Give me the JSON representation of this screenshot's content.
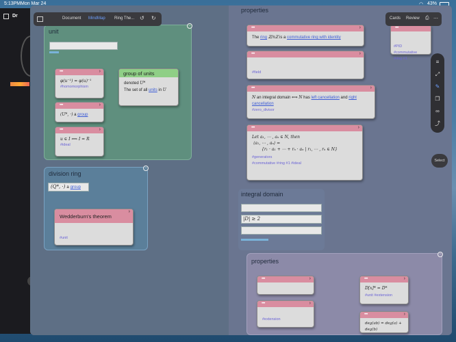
{
  "status": {
    "time": "5:13PM",
    "date": "Mon Mar 24",
    "battery": "43%"
  },
  "leftapp": {
    "title": "Dr"
  },
  "toolbar": {
    "tab_document": "Document",
    "tab_mindmap": "MindMap",
    "tab_current": "Ring The..."
  },
  "rtoolbar": {
    "cards": "Cards",
    "review": "Review"
  },
  "select_label": "Select",
  "unit_panel": {
    "title": "unit",
    "cards": {
      "homo": {
        "formula": "φ(u⁻¹) = φ(u)⁻¹",
        "tag": "#homomorphism"
      },
      "group": {
        "formula": "(U*, ·)",
        "text": "a",
        "link": "group"
      },
      "ideal": {
        "formula": "u ∈ I  ⟺  I = R",
        "tag": "#ideal"
      },
      "units": {
        "header": "group of units",
        "line1": "denoted",
        "line1_math": "U*",
        "line2": "The set of all",
        "line2_link": "units",
        "line2_end": "in",
        "line2_math": "U"
      }
    }
  },
  "division_panel": {
    "title": "division ring",
    "formula": "(Q*, ·)",
    "text": "a",
    "link": "group",
    "card": {
      "header": "Wedderburn's theorem",
      "tag": "#unit"
    }
  },
  "properties_panel": {
    "title": "properties",
    "card1": {
      "pre": "The",
      "link1": "ring",
      "math": "ℤ/nℤ",
      "mid": "is a",
      "link2": "commutative ring with identity"
    },
    "card2": {
      "tag": "#field"
    },
    "card3": {
      "math1": "N",
      "mid": "an integral domain  ⟺ ",
      "math2": "N",
      "has": "has",
      "link1": "left cancellation",
      "and": "and",
      "link2": "right cancellation",
      "tag": "#zero_divisor"
    },
    "card4": {
      "line1": "Let a₁, ⋯ , aₙ ∈ N, then",
      "line2": "⟨a₁, ⋯ , aₙ⟩ =",
      "line3": "{r₁ · a₁ + ⋯ + rₙ · aₙ | r₁, ⋯ , rₙ ∈ N}",
      "tag1": "#generators",
      "tag2": "#commutative #ring #1 #ideal"
    },
    "side_card": {
      "tag": "#PID #commutative #ring #1"
    }
  },
  "integral_panel": {
    "title": "integral domain",
    "formula": "|D| ≥ 2"
  },
  "inner_properties": {
    "title": "properties",
    "card_d": {
      "formula": "D[x]* = D*",
      "tag": "#unit #extension"
    },
    "card_ext": {
      "tag": "#extension"
    },
    "card_deg": {
      "formula": "deg(ab) = deg(a) + deg(b)"
    }
  },
  "colors": {
    "accent_pink": "#d98da0",
    "accent_green": "#8fcf86",
    "tag_purple": "#6a63d6",
    "link_blue": "#3b5bd6"
  }
}
